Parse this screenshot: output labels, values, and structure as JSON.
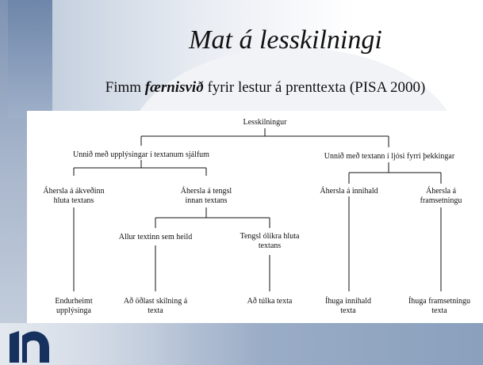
{
  "slide": {
    "title": "Mat á lesskilningi",
    "subtitle_pre": "Fimm ",
    "subtitle_emph": "færnisvið",
    "subtitle_post": " fyrir lestur á prenttexta (PISA 2000)"
  },
  "tree": {
    "root": "Lesskilningur",
    "branch_left": "Unnið með upplýsingar í textanum sjálfum",
    "branch_right": "Unnið með textann í ljósi fyrri þekkingar",
    "l_focus_part_1": "Áhersla á ákveðinn",
    "l_focus_part_2": "hluta textans",
    "l_focus_links_1": "Áhersla á tengsl",
    "l_focus_links_2": "innan textans",
    "whole_text": "Allur textinn sem heild",
    "diff_parts_1": "Tengsl ólíkra hluta",
    "diff_parts_2": "textans",
    "r_focus_content": "Áhersla á innihald",
    "r_focus_form_1": "Áhersla á",
    "r_focus_form_2": "framsetningu",
    "leaf_retrieve_1": "Endurheimt",
    "leaf_retrieve_2": "upplýsinga",
    "leaf_understand_1": "Að öðlast skilning á",
    "leaf_understand_2": "texta",
    "leaf_interpret": "Að túlka texta",
    "leaf_reflect_content_1": "Íhuga innihald",
    "leaf_reflect_content_2": "texta",
    "leaf_reflect_form_1": "Íhuga framsetningu",
    "leaf_reflect_form_2": "texta"
  },
  "colors": {
    "accent_dark": "#17315f",
    "connector": "#111111"
  }
}
